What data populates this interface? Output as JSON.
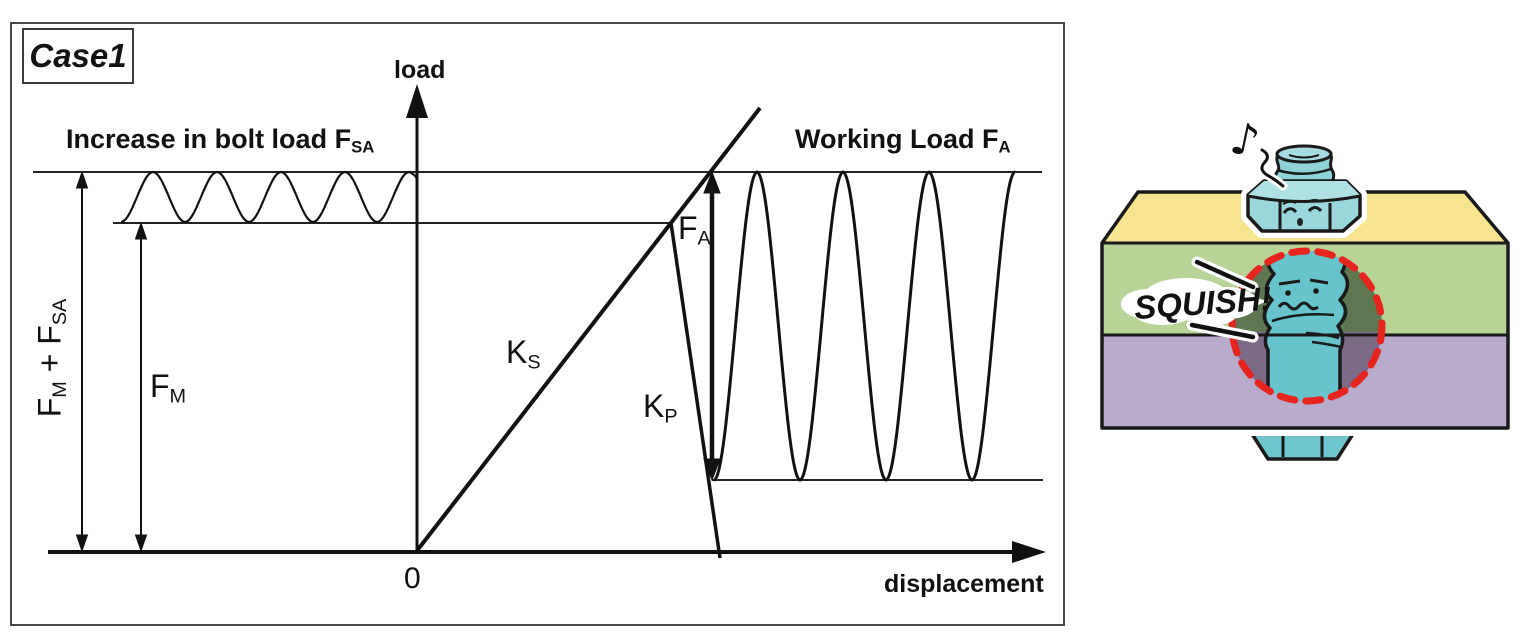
{
  "case_box": {
    "label": "Case1"
  },
  "axis": {
    "y_label": "load",
    "x_label": "displacement",
    "origin": "0"
  },
  "annotations": {
    "increase": {
      "text": "Increase in bolt load F",
      "sub": "SA"
    },
    "working": {
      "text": "Working Load F",
      "sub": "A"
    },
    "fa": {
      "text": "F",
      "sub": "A"
    },
    "ks": {
      "text": "K",
      "sub": "S"
    },
    "kp": {
      "text": "K",
      "sub": "P"
    },
    "fm": {
      "text": "F",
      "sub": "M"
    },
    "fm_plus_fsa": {
      "t1": "F",
      "s1": "M",
      "t2": " + F",
      "s2": "SA"
    }
  },
  "cartoon": {
    "squish": "SQUISH!",
    "note_icon": "♪",
    "colors": {
      "plate_yellow": "#F6E48E",
      "plate_green": "#B7D395",
      "plate_purple": "#B9ABCB",
      "bolt_teal": "#68C4CC",
      "nut_teal": "#9AD7DC",
      "cutaway_green": "#5E7751",
      "cutaway_purple": "#7C6B86",
      "highlight_red": "#E6251F"
    }
  },
  "chart_data": {
    "type": "line",
    "title": "Case1",
    "xlabel": "displacement",
    "ylabel": "load",
    "x_origin_label": "0",
    "grid": false,
    "axis_numeric_ticks": false,
    "levels_normalized_to_FM_plus_FSA": {
      "FM_plus_FSA": 1.0,
      "FM": 0.87,
      "working_load_min": 0.19,
      "working_load_max": 1.0
    },
    "lines": [
      {
        "name": "KS_bolt_stiffness",
        "label": "K_S",
        "from_xy": [
          0.0,
          0.0
        ],
        "to_xy": [
          1.0,
          1.29
        ],
        "style": "thick solid"
      },
      {
        "name": "KP_clamped_parts_stiffness",
        "label": "K_P",
        "from_xy": [
          0.74,
          0.87
        ],
        "to_xy": [
          0.89,
          -0.02
        ],
        "style": "thick solid"
      }
    ],
    "reference_lines": [
      {
        "name": "FM_plus_FSA_level",
        "y": 1.0,
        "x_range": [
          -1.12,
          1.83
        ]
      },
      {
        "name": "FM_level",
        "y": 0.87,
        "x_range": [
          -0.89,
          0.74
        ]
      },
      {
        "name": "working_load_lower_level",
        "y": 0.19,
        "x_range": [
          0.87,
          1.83
        ]
      }
    ],
    "waves": [
      {
        "name": "bolt_load_oscillation_FSA",
        "label": "Increase in bolt load F_SA",
        "x_range": [
          -0.87,
          0.0
        ],
        "y_min": 0.87,
        "y_max": 1.0,
        "peaks": 5
      },
      {
        "name": "working_load_oscillation_FA",
        "label": "Working Load F_A",
        "x_range": [
          0.87,
          1.76
        ],
        "y_min": 0.19,
        "y_max": 1.0,
        "peaks": 4
      }
    ],
    "dimension_arrows": [
      {
        "name": "FM_plus_FSA_arrow",
        "from": 0.0,
        "to": 1.0
      },
      {
        "name": "FM_arrow",
        "from": 0.0,
        "to": 0.87
      },
      {
        "name": "FA_amplitude_arrow",
        "from": 0.19,
        "to": 1.0
      }
    ]
  }
}
